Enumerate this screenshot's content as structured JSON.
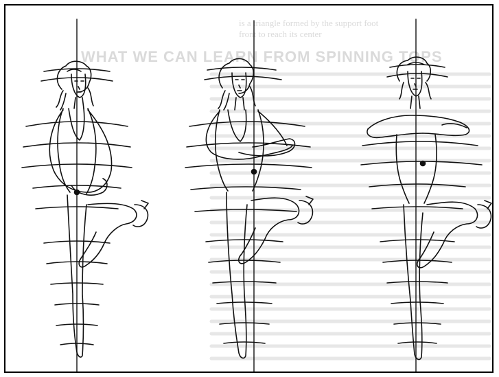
{
  "page": {
    "background": "#ffffff",
    "ink": "#111111"
  },
  "bleed_through": {
    "heading": "WHAT WE CAN LEARN FROM SPINNING TOPS",
    "top_line_1": "is a triangle formed by the support foot",
    "top_line_2": "front to reach its center"
  },
  "figures": [
    {
      "name": "dancer-left",
      "pose": "arms low, rounded in front, retiré"
    },
    {
      "name": "dancer-middle",
      "pose": "arms rounded at chest height, retiré"
    },
    {
      "name": "dancer-right",
      "pose": "arms raised at chest, retiré"
    }
  ]
}
